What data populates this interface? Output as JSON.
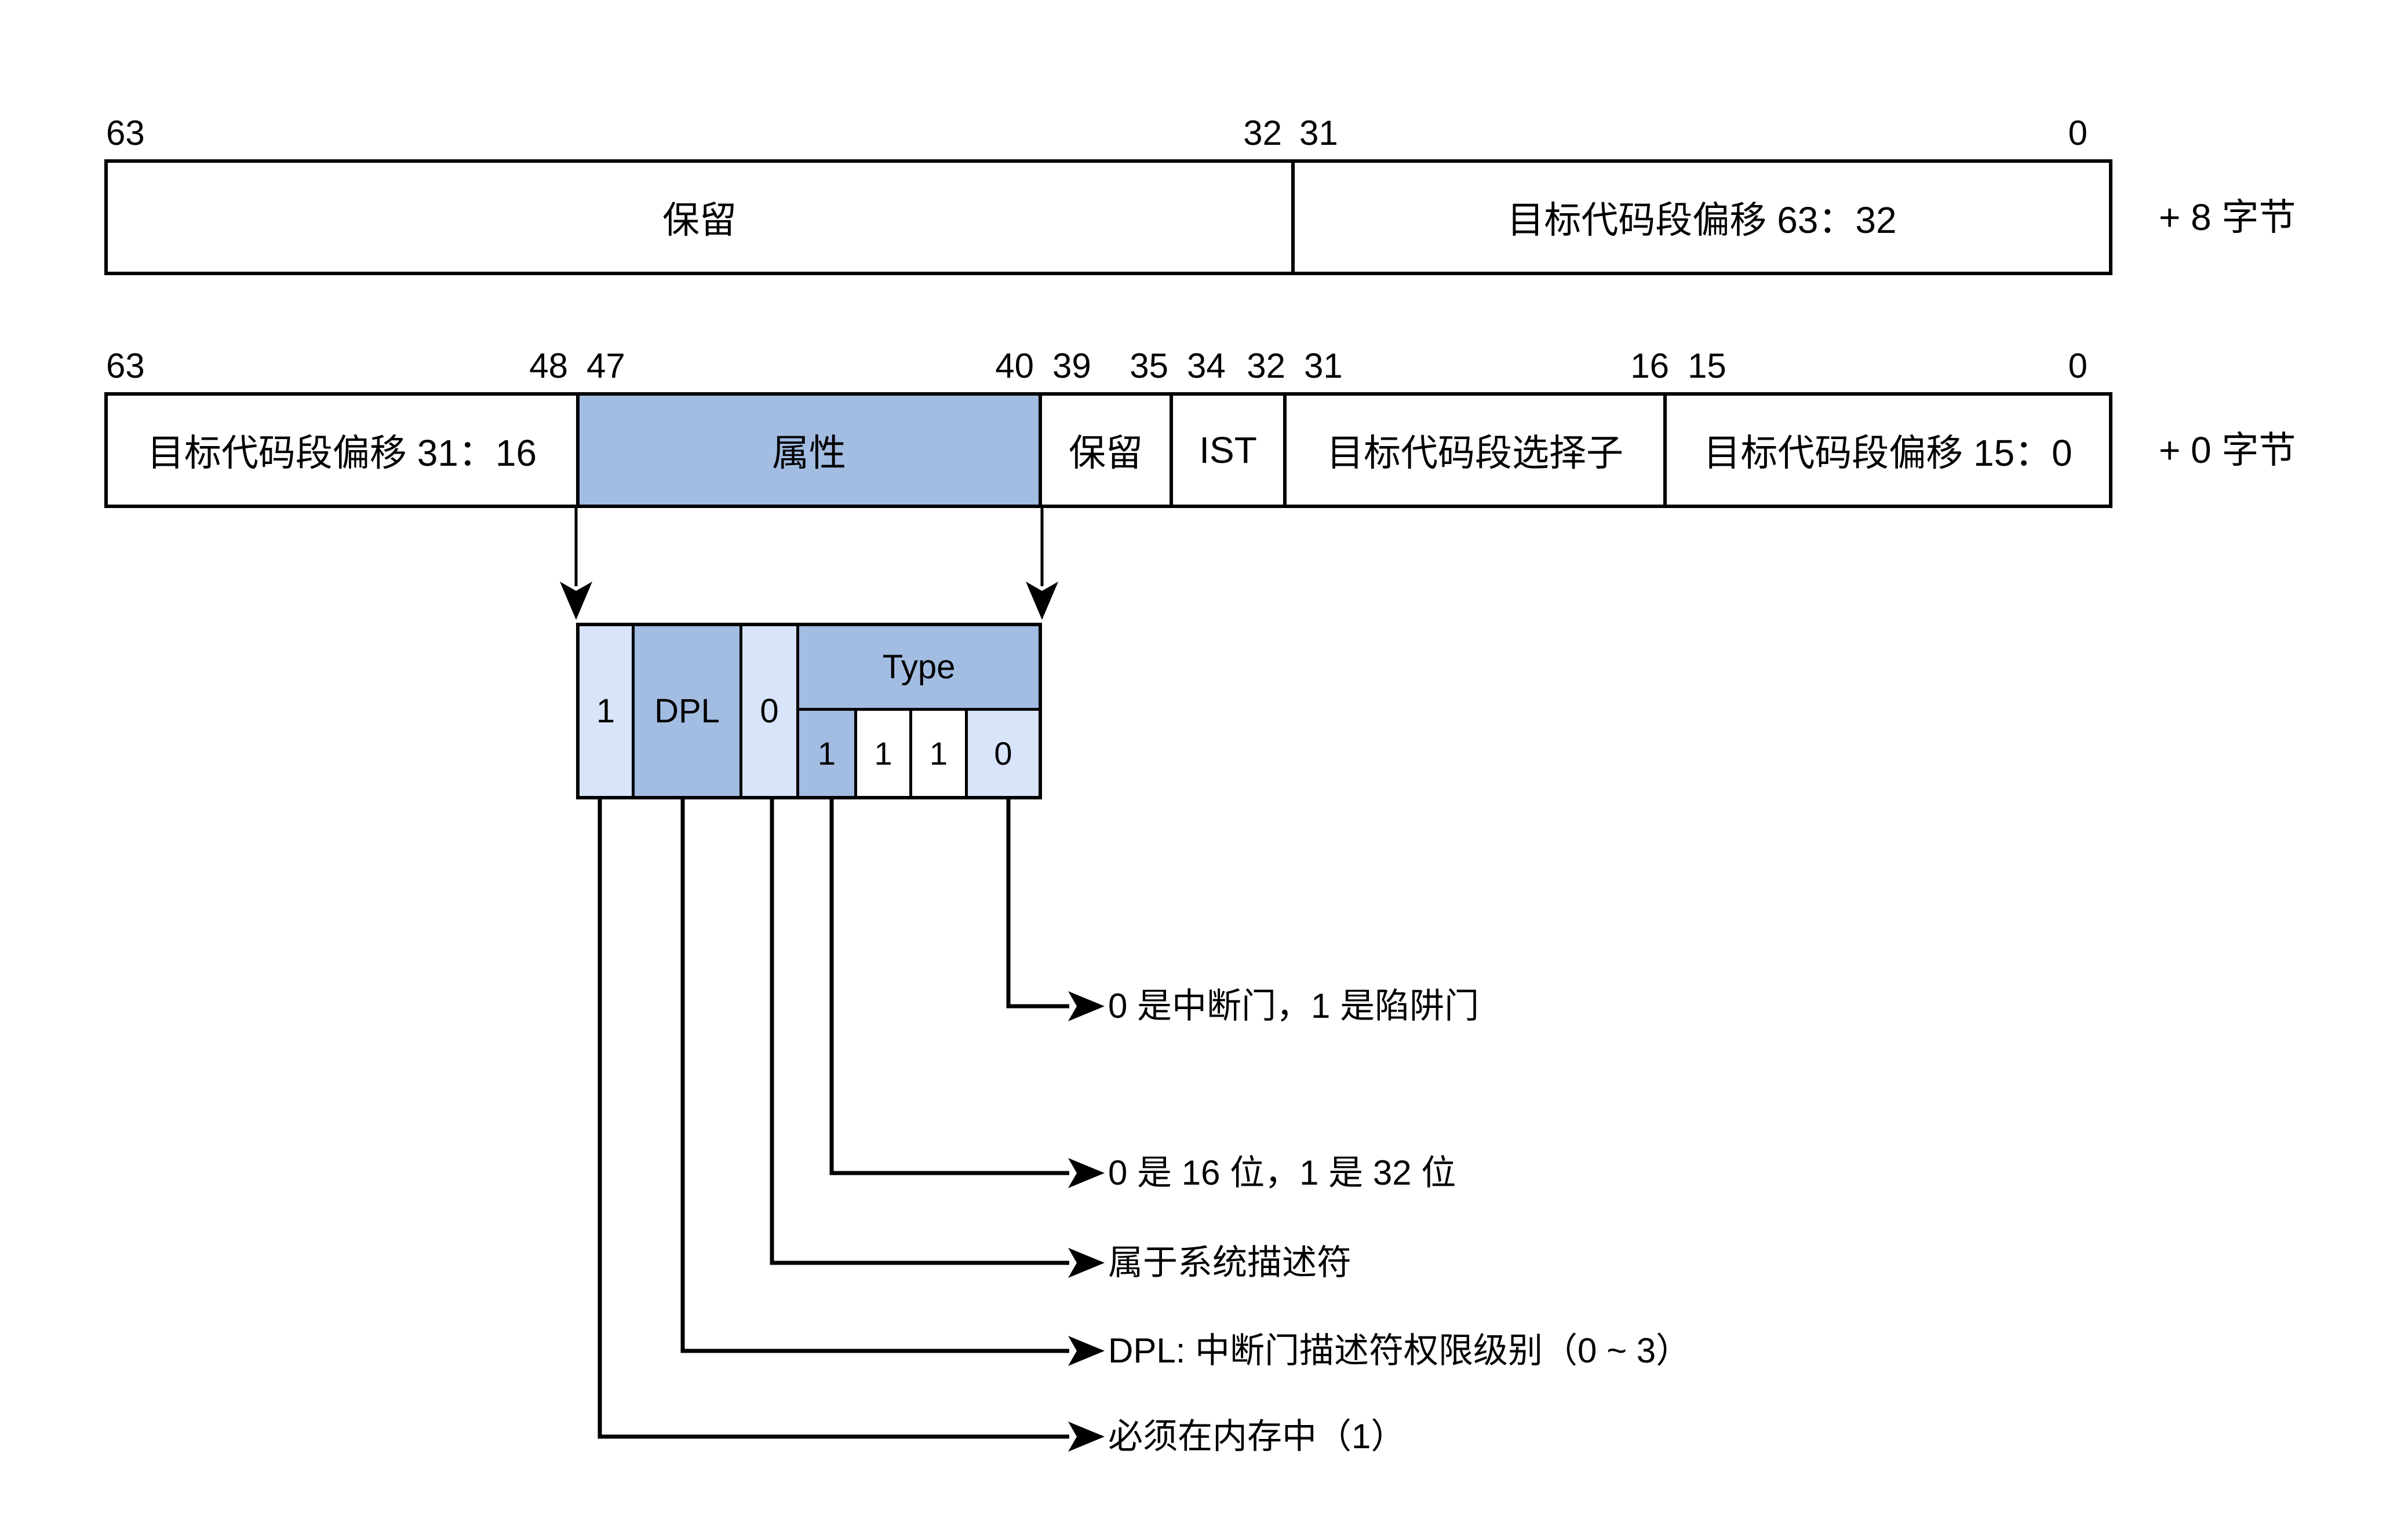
{
  "colors": {
    "cell_blue": "#a2bce2",
    "cell_light_blue": "#d7e4fa",
    "line_black": "#000000",
    "background": "#ffffff"
  },
  "row_plus8": {
    "bits": [
      "63",
      "32",
      "31",
      "0"
    ],
    "cells": [
      "保留",
      "目标代码段偏移 63：32"
    ],
    "byte_label": "+ 8 字节"
  },
  "row_plus0": {
    "bits": [
      "63",
      "48",
      "47",
      "40",
      "39",
      "35",
      "34",
      "32",
      "31",
      "16",
      "15",
      "0"
    ],
    "cells": [
      "目标代码段偏移 31：16",
      "属性",
      "保留",
      "IST",
      "目标代码段选择子",
      "目标代码段偏移 15：0"
    ],
    "byte_label": "+ 0 字节"
  },
  "attr_box": {
    "p_bit": "1",
    "dpl": "DPL",
    "s_bit": "0",
    "type_label": "Type",
    "type_bits": [
      "1",
      "1",
      "1",
      "0"
    ]
  },
  "annotations": [
    {
      "text": "0 是中断门，1 是陷阱门"
    },
    {
      "text": "0 是 16 位，1 是 32 位"
    },
    {
      "text": "属于系统描述符"
    },
    {
      "text": "DPL: 中断门描述符权限级别（0 ~ 3）"
    },
    {
      "text": "必须在内存中（1）"
    }
  ]
}
